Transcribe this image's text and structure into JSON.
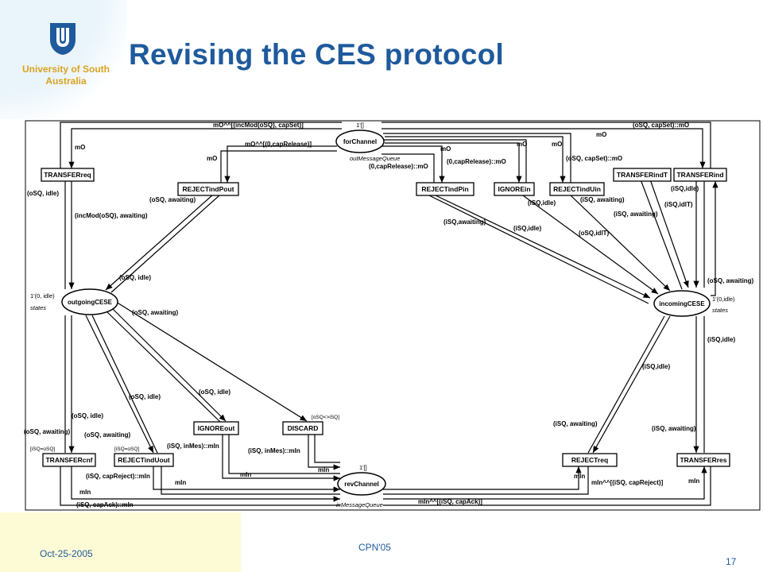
{
  "header": {
    "title": "Revising the CES protocol",
    "university": "University of South Australia"
  },
  "footer": {
    "date": "Oct-25-2005",
    "conference": "CPN'05",
    "page": "17"
  },
  "places": {
    "forChannel": {
      "name": "forChannel",
      "type": "outMessageQueue",
      "marking": "1'[]"
    },
    "outgoingCESE": {
      "name": "outgoingCESE",
      "type": "states",
      "marking": "1'(0, idle)"
    },
    "incomingCESE": {
      "name": "incomingCESE",
      "type": "states",
      "marking": "1'(0,idle)"
    },
    "revChannel": {
      "name": "revChannel",
      "type": "inMessageQueue",
      "marking": "1'[]"
    }
  },
  "transitions": {
    "TRANSFERreq": "TRANSFERreq",
    "REJECTindPout": "REJECTindPout",
    "REJECTindPin": "REJECTindPin",
    "IGNOREin": "IGNOREin",
    "REJECTindUin": "REJECTindUin",
    "TRANSFERindT": "TRANSFERindT",
    "TRANSFERind": "TRANSFERind",
    "IGNOREout": "IGNOREout",
    "DISCARD": "DISCARD",
    "TRANSFERcnf": "TRANSFERcnf",
    "REJECTindUout": "REJECTindUout",
    "REJECTreq": "REJECTreq",
    "TRANSFERres": "TRANSFERres"
  },
  "guards": {
    "DISCARD": "[oSQ<>iSQ]",
    "TRANSFERcnf": "[iSQ=oSQ]",
    "REJECTindUout": "[iSQ=oSQ]"
  },
  "arcs": {
    "top_incmod": "mO^^[(incMod(oSQ), capSet)]",
    "top_caprelease": "mO^^[(0,capRelease)]",
    "top_capset_mo": "(oSQ, capSet)::mO",
    "mo": "mO",
    "caprelease_mo": "(0,capRelease)::mO",
    "capset_mo": "(oSQ, capSet)::mO",
    "osq_idle": "(oSQ, idle)",
    "incmod_awaiting": "(incMod(oSQ), awaiting)",
    "osq_awaiting": "(oSQ, awaiting)",
    "isq_awaiting": "(iSQ,awaiting)",
    "isq_idle": "(iSQ,idle)",
    "isq_awaiting2": "(iSQ, awaiting)",
    "isq_idlt": "(iSQ,idlT)",
    "osq_idlt": "(oSQ,idlT)",
    "isq_idle_b": "(iSQ,idle)",
    "isq_inmes_min": "(iSQ, inMes)::mIn",
    "min": "mIn",
    "isq_capreject_min": "(iSQ, capReject)::mIn",
    "isq_capack_min": "(iSQ, capAck)::mIn",
    "min_capack": "mIn^^[(iSQ, capAck)]",
    "min_capreject": "mIn^^[(iSQ, capReject)]"
  },
  "colors": {
    "title": "#1e5a9c",
    "university": "#d9a31f",
    "band": "#fdfbd6",
    "wash": "#eaf4fb"
  }
}
